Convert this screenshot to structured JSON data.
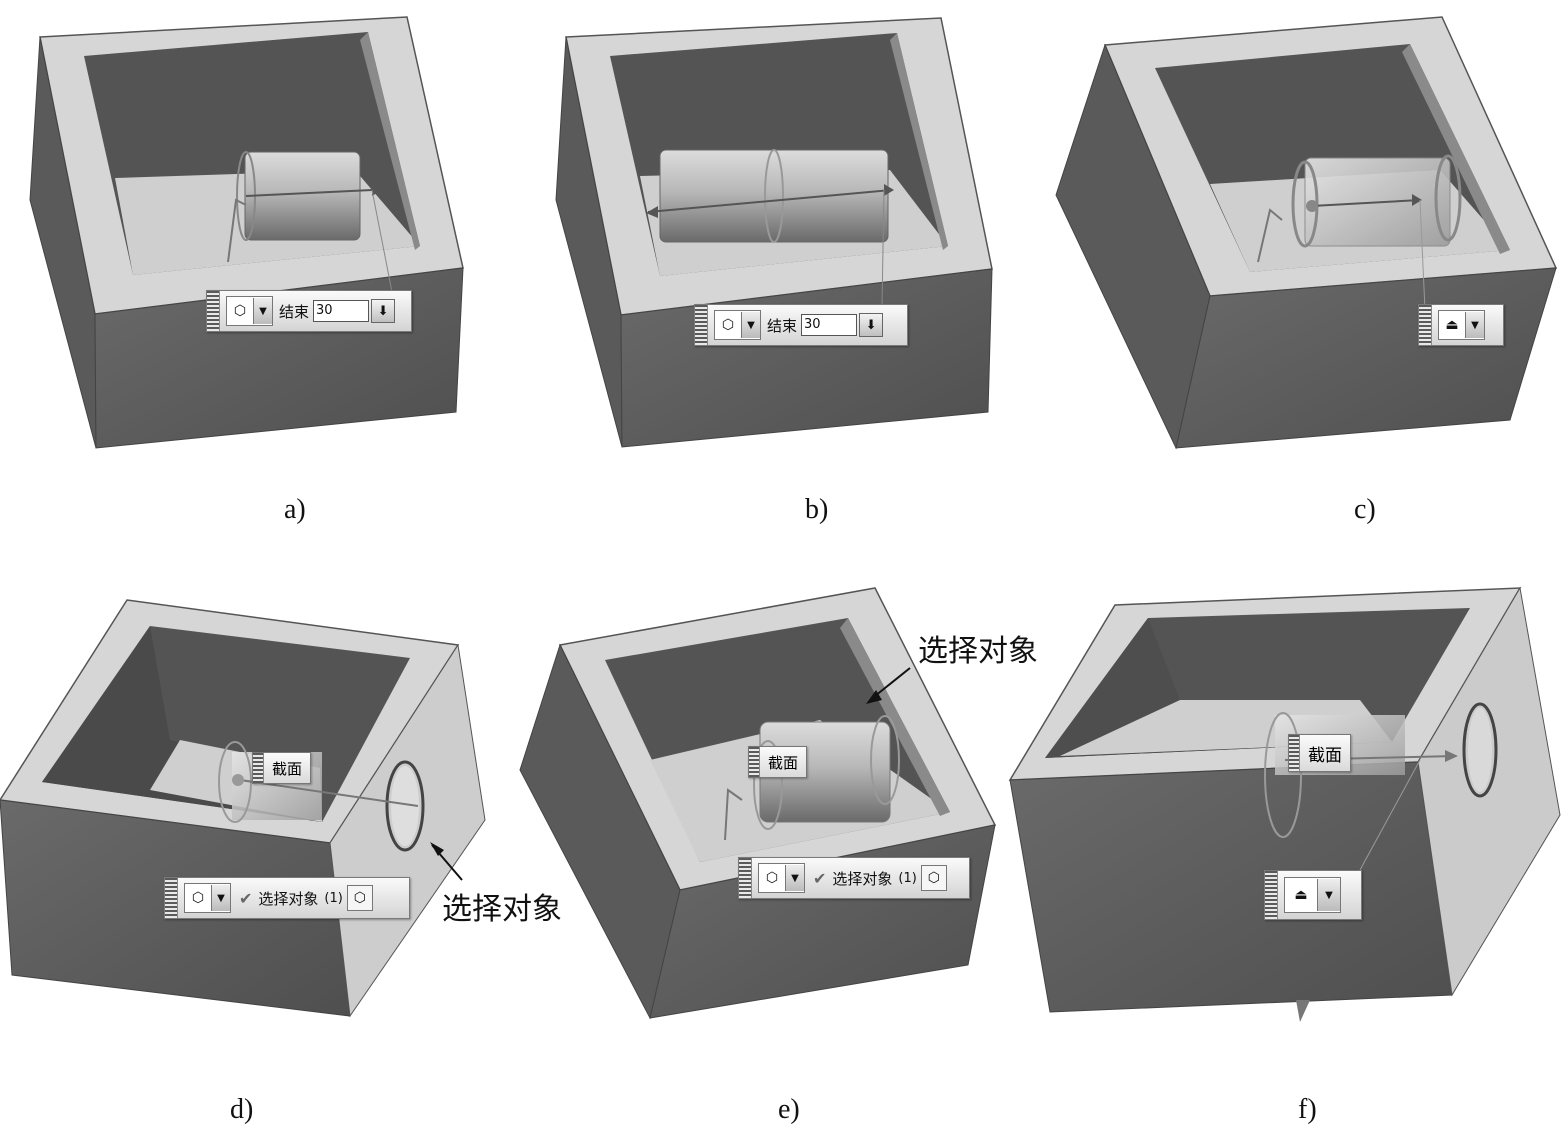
{
  "panels": [
    {
      "id": "a",
      "caption": "a)"
    },
    {
      "id": "b",
      "caption": "b)"
    },
    {
      "id": "c",
      "caption": "c)"
    },
    {
      "id": "d",
      "caption": "d)"
    },
    {
      "id": "e",
      "caption": "e)"
    },
    {
      "id": "f",
      "caption": "f)"
    }
  ],
  "toolbars": {
    "a": {
      "end_label": "结束",
      "end_value": "30",
      "icon": "extrude-cube-icon"
    },
    "b": {
      "end_label": "结束",
      "end_value": "30",
      "icon": "extrude-cube-icon"
    },
    "c": {
      "icon": "section-hat-icon"
    },
    "d": {
      "select_label": "选择对象",
      "select_count": "(1)",
      "icon": "section-cube-icon"
    },
    "e": {
      "select_label": "选择对象",
      "select_count": "(1)",
      "icon": "section-cube-icon"
    },
    "f": {
      "icon": "section-hat-icon"
    }
  },
  "section_labels": {
    "d": "截面",
    "e": "截面",
    "f": "截面"
  },
  "annotations": {
    "d": "选择对象",
    "e": "选择对象"
  },
  "colors": {
    "dark_face": "#5e5e5e",
    "light_face": "#c9c9c9",
    "top_rim": "#d8d8d8",
    "cavity": "#4a4a4a"
  }
}
